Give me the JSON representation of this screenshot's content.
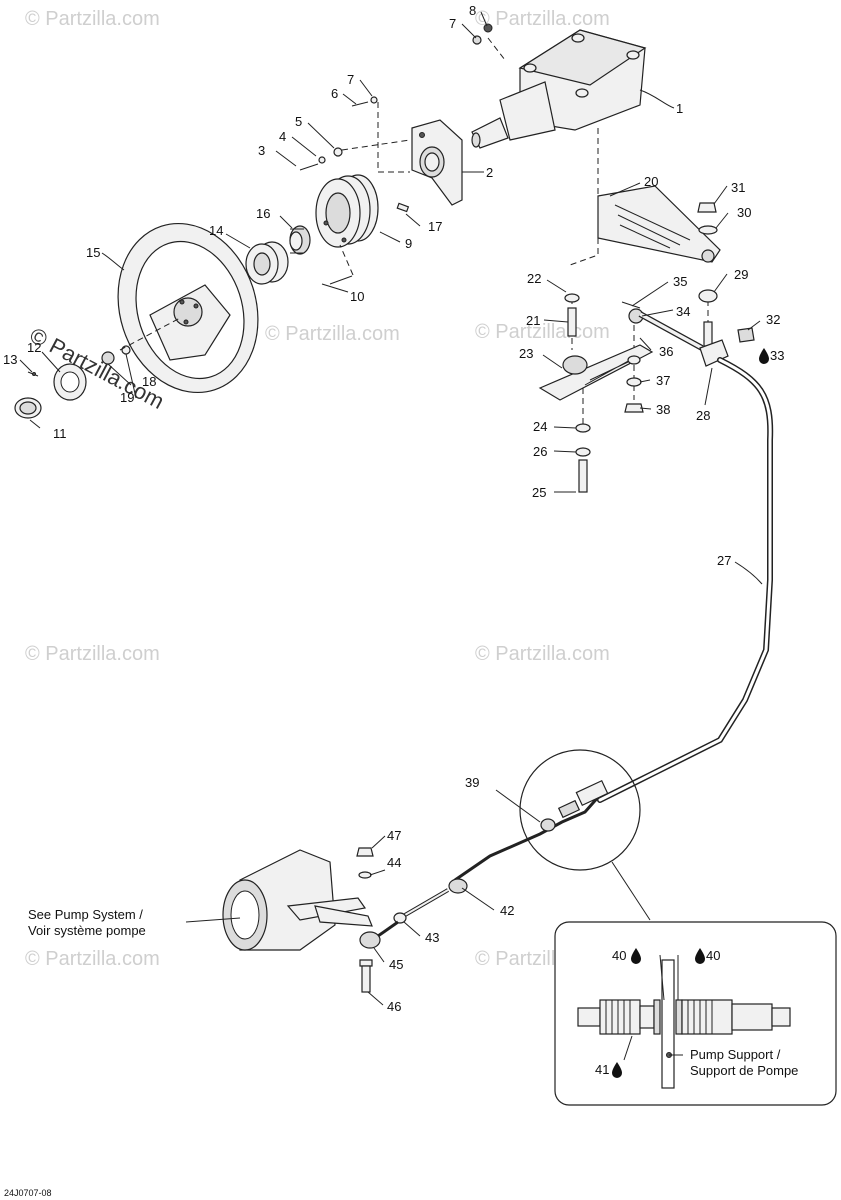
{
  "watermarks": [
    "© Partzilla.com",
    "© Partzilla.com",
    "© Partzilla.com",
    "© Partzilla.com",
    "© Partzilla.com",
    "© Partzilla.com",
    "© Partzilla.com",
    "© Partzilla.com"
  ],
  "watermark_large": "© Partzilla.com",
  "callouts": {
    "c1": "1",
    "c2": "2",
    "c3": "3",
    "c4": "4",
    "c5": "5",
    "c6": "6",
    "c7a": "7",
    "c7b": "7",
    "c8": "8",
    "c9": "9",
    "c10": "10",
    "c11": "11",
    "c12": "12",
    "c13": "13",
    "c14": "14",
    "c15": "15",
    "c16": "16",
    "c17": "17",
    "c18": "18",
    "c19": "19",
    "c20": "20",
    "c21": "21",
    "c22": "22",
    "c23": "23",
    "c24": "24",
    "c25": "25",
    "c26": "26",
    "c27": "27",
    "c28": "28",
    "c29": "29",
    "c30": "30",
    "c31": "31",
    "c32": "32",
    "c33": "33",
    "c34": "34",
    "c35": "35",
    "c36": "36",
    "c37": "37",
    "c38": "38",
    "c39": "39",
    "c40a": "40",
    "c40b": "40",
    "c41": "41",
    "c42": "42",
    "c43": "43",
    "c44": "44",
    "c45": "45",
    "c46": "46",
    "c47": "47"
  },
  "notes": {
    "pump_system_line1": "See Pump System /",
    "pump_system_line2": "Voir système pompe",
    "pump_support_line1": "Pump Support /",
    "pump_support_line2": "Support de Pompe"
  },
  "drawing_code": "24J0707-08",
  "icons": {
    "sealant": "drop-icon"
  }
}
